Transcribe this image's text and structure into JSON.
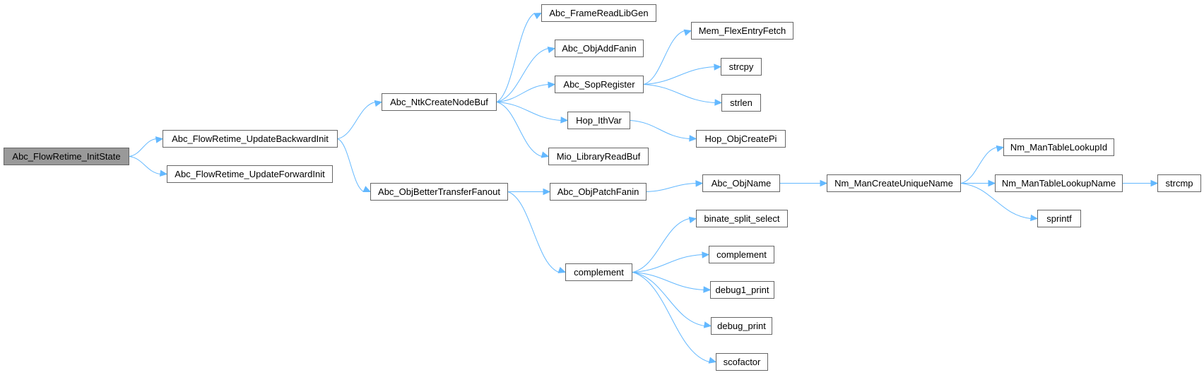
{
  "graph": {
    "root": "Abc_FlowRetime_InitState",
    "colors": {
      "edge": "#63b8ff",
      "node_border": "#666666",
      "root_fill": "#999999",
      "node_fill": "#ffffff"
    },
    "nodes": {
      "init_state": "Abc_FlowRetime_InitState",
      "update_backward_init": "Abc_FlowRetime_UpdateBackwardInit",
      "update_forward_init": "Abc_FlowRetime_UpdateForwardInit",
      "ntk_create_node_buf": "Abc_NtkCreateNodeBuf",
      "obj_better_transfer_fanout": "Abc_ObjBetterTransferFanout",
      "frame_read_lib_gen": "Abc_FrameReadLibGen",
      "obj_add_fanin": "Abc_ObjAddFanin",
      "sop_register": "Abc_SopRegister",
      "hop_ith_var": "Hop_IthVar",
      "mio_library_read_buf": "Mio_LibraryReadBuf",
      "obj_patch_fanin": "Abc_ObjPatchFanin",
      "complement_caller": "complement",
      "mem_flex_entry_fetch": "Mem_FlexEntryFetch",
      "strcpy": "strcpy",
      "strlen": "strlen",
      "hop_obj_create_pi": "Hop_ObjCreatePi",
      "obj_name": "Abc_ObjName",
      "binate_split_select": "binate_split_select",
      "complement_callee": "complement",
      "debug1_print": "debug1_print",
      "debug_print": "debug_print",
      "scofactor": "scofactor",
      "nm_man_create_unique_name": "Nm_ManCreateUniqueName",
      "nm_man_table_lookup_id": "Nm_ManTableLookupId",
      "nm_man_table_lookup_name": "Nm_ManTableLookupName",
      "sprintf": "sprintf",
      "strcmp": "strcmp"
    },
    "edges": [
      [
        "init_state",
        "update_backward_init"
      ],
      [
        "init_state",
        "update_forward_init"
      ],
      [
        "update_backward_init",
        "ntk_create_node_buf"
      ],
      [
        "update_backward_init",
        "obj_better_transfer_fanout"
      ],
      [
        "ntk_create_node_buf",
        "frame_read_lib_gen"
      ],
      [
        "ntk_create_node_buf",
        "obj_add_fanin"
      ],
      [
        "ntk_create_node_buf",
        "sop_register"
      ],
      [
        "ntk_create_node_buf",
        "hop_ith_var"
      ],
      [
        "ntk_create_node_buf",
        "mio_library_read_buf"
      ],
      [
        "sop_register",
        "mem_flex_entry_fetch"
      ],
      [
        "sop_register",
        "strcpy"
      ],
      [
        "sop_register",
        "strlen"
      ],
      [
        "hop_ith_var",
        "hop_obj_create_pi"
      ],
      [
        "obj_better_transfer_fanout",
        "obj_patch_fanin"
      ],
      [
        "obj_better_transfer_fanout",
        "complement_caller"
      ],
      [
        "obj_patch_fanin",
        "obj_name"
      ],
      [
        "obj_name",
        "nm_man_create_unique_name"
      ],
      [
        "nm_man_create_unique_name",
        "nm_man_table_lookup_id"
      ],
      [
        "nm_man_create_unique_name",
        "nm_man_table_lookup_name"
      ],
      [
        "nm_man_create_unique_name",
        "sprintf"
      ],
      [
        "nm_man_table_lookup_name",
        "strcmp"
      ],
      [
        "complement_caller",
        "binate_split_select"
      ],
      [
        "complement_caller",
        "complement_callee"
      ],
      [
        "complement_caller",
        "debug1_print"
      ],
      [
        "complement_caller",
        "debug_print"
      ],
      [
        "complement_caller",
        "scofactor"
      ]
    ]
  }
}
